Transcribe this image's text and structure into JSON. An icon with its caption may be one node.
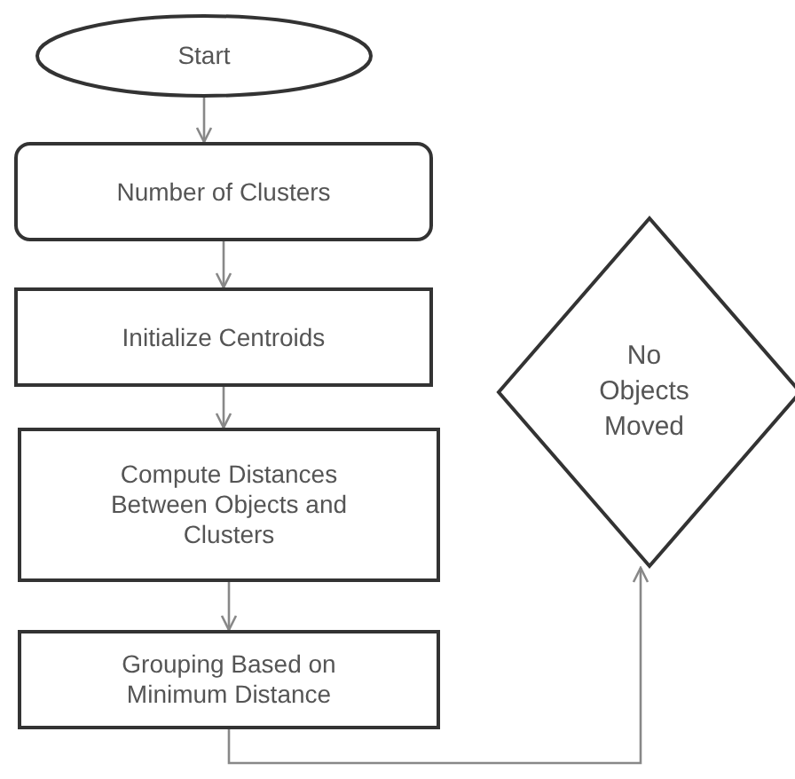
{
  "diagram": {
    "nodes": [
      {
        "text": [
          "Start"
        ]
      },
      {
        "text": [
          "Number of Clusters"
        ]
      },
      {
        "text": [
          "Initialize Centroids"
        ]
      },
      {
        "text": [
          "Compute Distances Between Objects and Clusters"
        ]
      },
      {
        "text": [
          "Grouping Based on Minimum Distance"
        ]
      },
      {
        "text": [
          "No Objects Moved"
        ]
      }
    ],
    "edges": [
      {
        "from": 0,
        "to": 1,
        "arrow": "to"
      },
      {
        "from": 1,
        "to": 2,
        "arrow": "to"
      },
      {
        "from": 2,
        "to": 3,
        "arrow": "to"
      },
      {
        "from": 3,
        "to": 4,
        "arrow": "to"
      },
      {
        "from": 4,
        "to": 5,
        "arrow": "to"
      }
    ]
  }
}
